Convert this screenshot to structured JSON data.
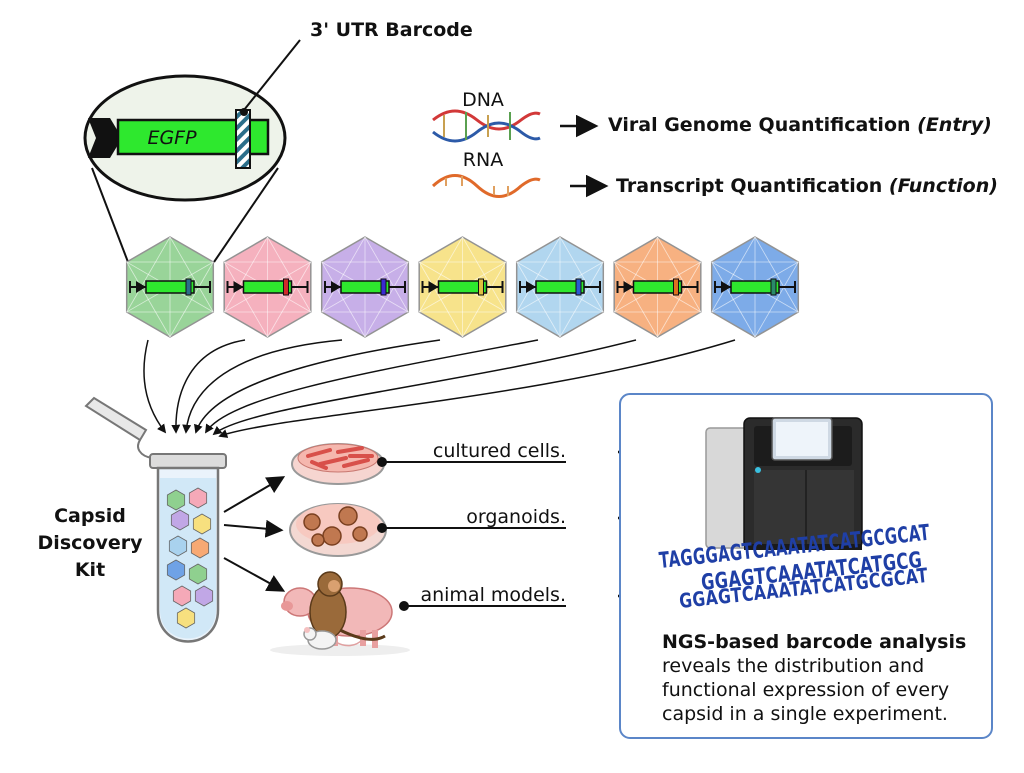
{
  "barcode_label": "3' UTR Barcode",
  "gene_label": "EGFP",
  "dna_label": "DNA",
  "rna_label": "RNA",
  "entry": {
    "main": "Viral Genome Quantification ",
    "paren": "(Entry)"
  },
  "function": {
    "main": "Transcript Quantification ",
    "paren": "(Function)"
  },
  "kit": {
    "line1": "Capsid",
    "line2": "Discovery",
    "line3": "Kit"
  },
  "models": {
    "cells": "cultured cells",
    "organoids": "organoids",
    "animals": "animal models",
    "suffix": "."
  },
  "sequences": {
    "row1": "TAGGGAGTCAAATATCATGCGCAT",
    "row2": "GGAGTCAAATATCATGCG",
    "row3": "GGAGTCAAATATCATGCGCAT"
  },
  "ngs": {
    "title": "NGS-based barcode analysis",
    "line2": "reveals the distribution and",
    "line3": "functional expression of every",
    "line4": "capsid in a single experiment."
  },
  "colors": {
    "egfp": "#2ee82e",
    "capsids": [
      "#8fd08f",
      "#f5a9b8",
      "#c1a7e6",
      "#f7e07f",
      "#a9d2ee",
      "#f7a974",
      "#6fa2e6"
    ],
    "barcodes": [
      "#2b6e8a",
      "#d22a2a",
      "#3a2ad2",
      "#e0c040",
      "#2a5ad2",
      "#e07020",
      "#2a8a6a"
    ],
    "seq": "#1f3fa6",
    "panel_border": "#5b86c8"
  }
}
